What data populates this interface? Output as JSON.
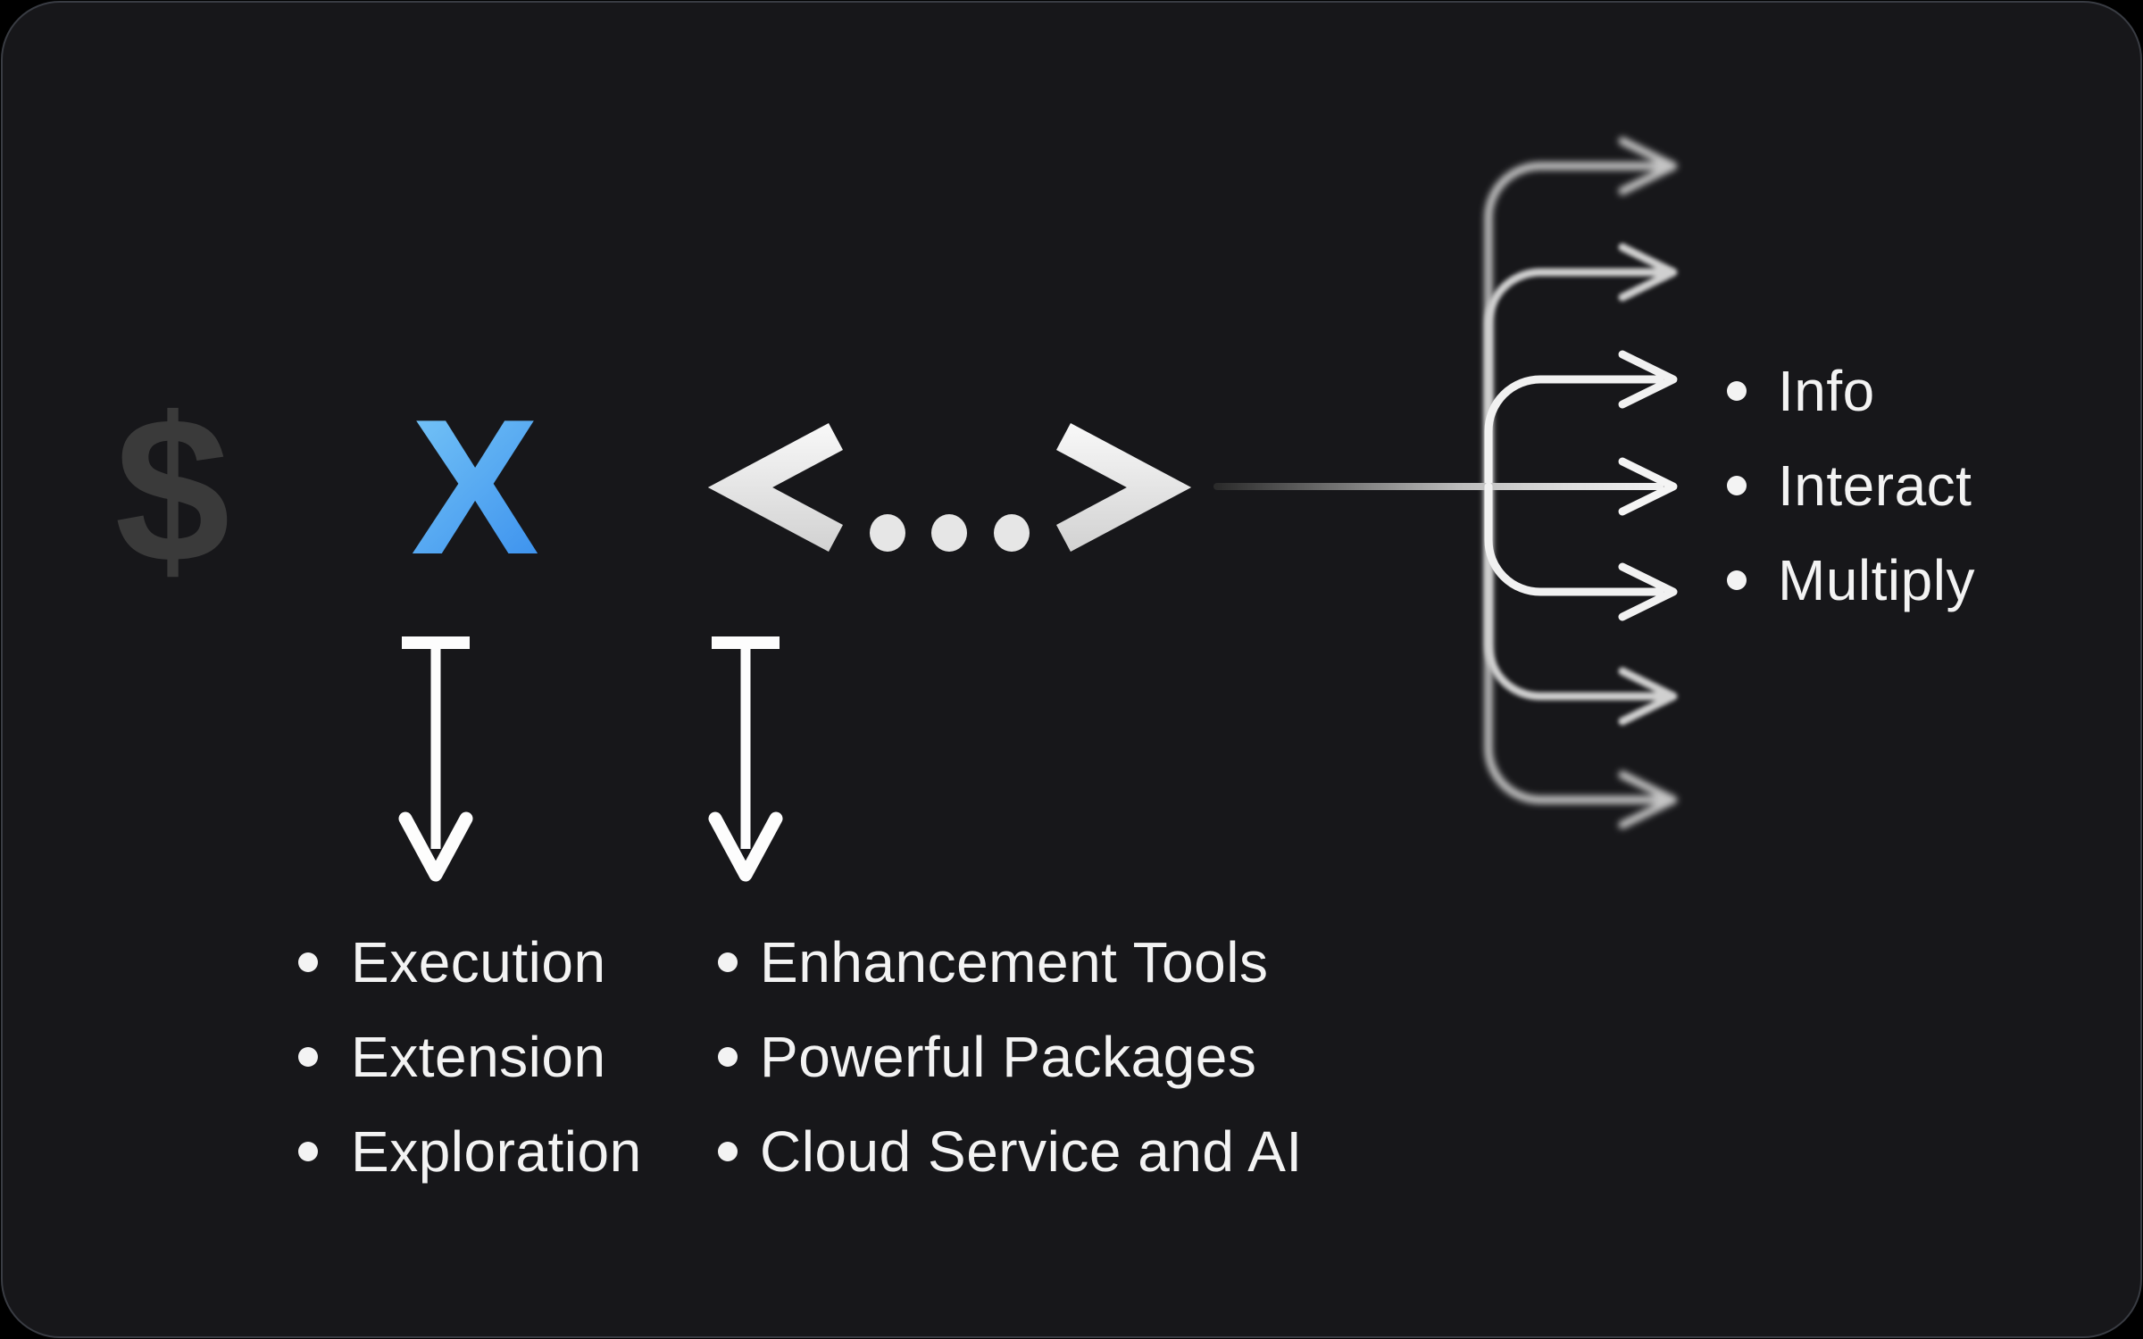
{
  "symbols": {
    "dollar": "$",
    "x": "X",
    "code_tag": "<...>"
  },
  "left_list": {
    "items": [
      "Execution",
      "Extension",
      "Exploration"
    ]
  },
  "middle_list": {
    "items": [
      "Enhancement Tools",
      "Powerful Packages",
      "Cloud Service and AI"
    ]
  },
  "right_list": {
    "items": [
      "Info",
      "Interact",
      "Multiply"
    ]
  },
  "colors": {
    "page_background": "#000000",
    "card_background": "#17171a",
    "card_border": "#393c43",
    "dollar_gray": "#3a3a3a",
    "x_gradient_start": "#74c3f6",
    "x_gradient_end": "#3e93ee",
    "code_tag_light": "#e9e9e9",
    "text_white": "#f3f3f3",
    "arrow_white": "#f1f1f1",
    "arrow_blur_gray": "#c9c9c9"
  }
}
